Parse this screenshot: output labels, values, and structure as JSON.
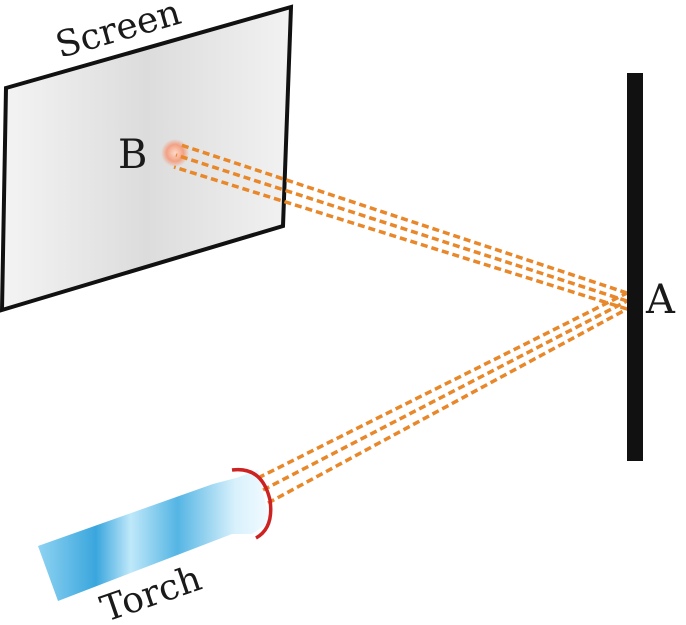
{
  "labels": {
    "screen": "Screen",
    "point_b": "B",
    "point_a": "A",
    "torch": "Torch"
  },
  "colors": {
    "ray": "#e8882a",
    "mirror": "#111111",
    "screen_edge": "#111111",
    "torch_body": "#9fdcf5",
    "torch_lens_rim": "#cc2222",
    "spot": "#f0a080"
  }
}
